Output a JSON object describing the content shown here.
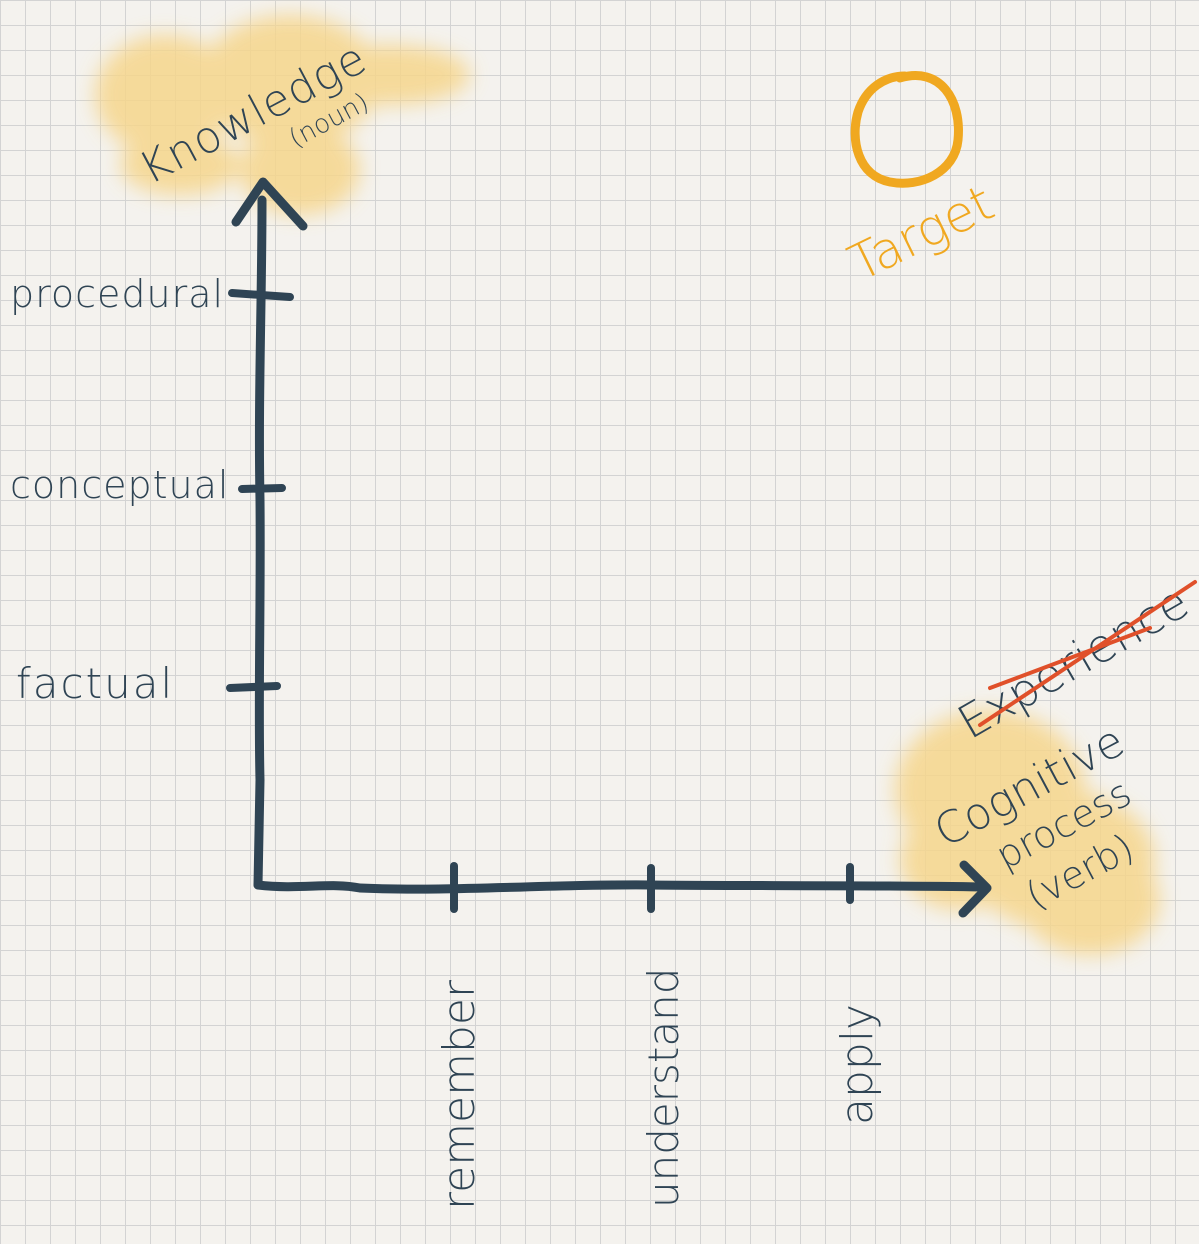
{
  "y_axis": {
    "title": "Knowledge",
    "subtitle": "(noun)",
    "ticks": [
      "procedural",
      "conceptual",
      "factual"
    ]
  },
  "x_axis": {
    "title": "Cognitive",
    "title_line2": "process",
    "subtitle": "(verb)",
    "struck_word": "Experience",
    "ticks": [
      "remember",
      "understand",
      "apply"
    ]
  },
  "target": {
    "label": "Target"
  },
  "colors": {
    "ink": "#2f4454",
    "target": "#f0a820",
    "highlight": "#f6d68c",
    "strike": "#e0502a",
    "grid": "#d3d3d3",
    "paper": "#f4f2ee"
  },
  "icons": [
    "y-axis-arrow",
    "x-axis-arrow",
    "target-circle"
  ]
}
